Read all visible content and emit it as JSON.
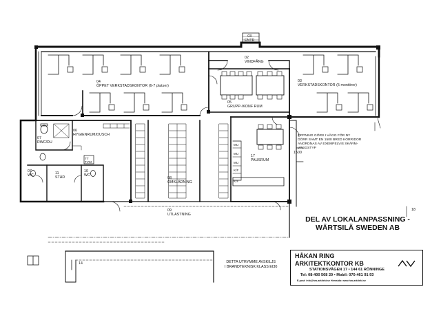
{
  "drawing": {
    "entrance": "03\nENTR",
    "rooms": {
      "vindfang": "02\nVINDFÅNG",
      "kontor_vast": "04\nÖPPET VERKSTADSKONTOR (6-7 platser)",
      "kontor_ost": "03\nVERKSTADSKONTOR (5 montörer)",
      "grupprum": "05\nGRUPP-/KONF RUM",
      "rwc": "07\nRWC/DU",
      "hygien": "06\nHYGIENRUM/DUSCH",
      "wc_a": "07\nWC",
      "stad": "11\nSTÄD",
      "wc_b": "10\nWC",
      "omkladning": "08\nOMKLÄDNING",
      "pausrum": "17\nPAUSRUM",
      "utlastning": "09\nUTLASTNING"
    },
    "equipment": {
      "tt_tvm": "TT\nTVM",
      "mu_1": "MU",
      "mu_2": "MU",
      "mu_3": "MU",
      "kf_1": "K/F",
      "kf_2": "K/F"
    },
    "dimension": "1500",
    "grid_18": "18",
    "grid_14": "14",
    "wall_note": "ÖPPNING GÖRS I VÄGG FÖR NY\nDÖRR SAMT EN 1500 BRED KORRIDOR\nANORDNAS AV EXEMPELVIS SKÄRM-\nVÄGGSTYP",
    "fire_note": "DETTA UTRYMME AVSKILJS\nI BRANDTEKNISK KLASS EI30"
  },
  "project_title": "DEL AV LOKALANPASSNING -\nWÄRTSILÄ SWEDEN AB",
  "title_block": {
    "name": "HÅKAN RING",
    "company": "ARKITEKTKONTOR KB",
    "address": "STATIONSVÄGEN 17 • 144 61 RÖNNINGE",
    "phones": "Tel: 08-400 568 20 • Mobil: 070-461 91 93",
    "email": "E-post: info@hra-arkitekt.se   Hemsida: www.hra-arkitekt.se"
  }
}
